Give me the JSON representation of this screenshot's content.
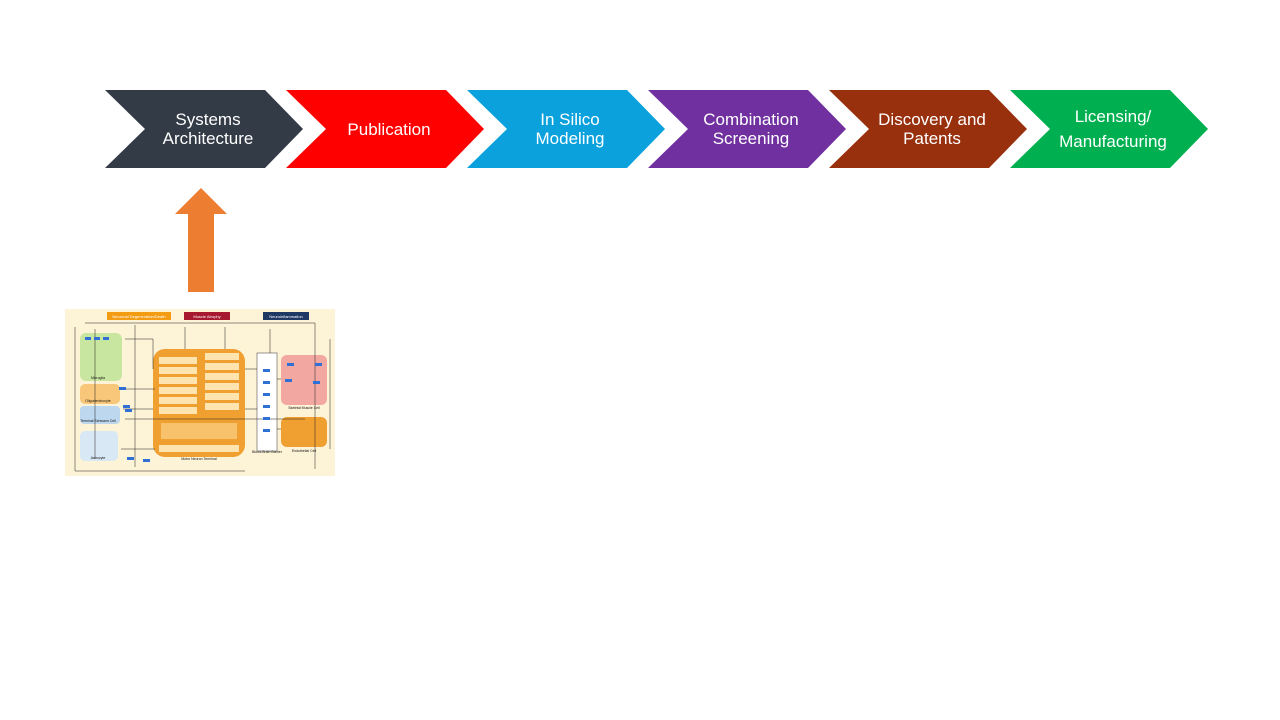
{
  "steps": [
    {
      "label_lines": [
        "Systems",
        "Architecture"
      ],
      "color": "#333B47"
    },
    {
      "label_lines": [
        "Publication"
      ],
      "color": "#FF0000"
    },
    {
      "label_lines": [
        "In Silico",
        "Modeling"
      ],
      "color": "#0AA1DD"
    },
    {
      "label_lines": [
        "Combination",
        "Screening"
      ],
      "color": "#7030A0"
    },
    {
      "label_lines": [
        "Discovery and",
        "Patents"
      ],
      "color": "#98300E"
    },
    {
      "label_lines": [
        "Licensing/",
        "Manufacturing"
      ],
      "color": "#00B050"
    }
  ],
  "pointer_arrow": {
    "color": "#ED7D31"
  },
  "diagram_thumbnail": {
    "header_tags": [
      "Neuronal Degeneration/Death",
      "Muscle Atrophy",
      "Neuroinflammation"
    ],
    "cell_labels": [
      "Microglia",
      "Oligodendrocyte",
      "Terminal Schwann Cell",
      "Astrocyte",
      "Motor Neuron Terminal",
      "Blood-Brain Barrier",
      "Skeletal Muscle Cell",
      "Endothelial Cell"
    ]
  }
}
